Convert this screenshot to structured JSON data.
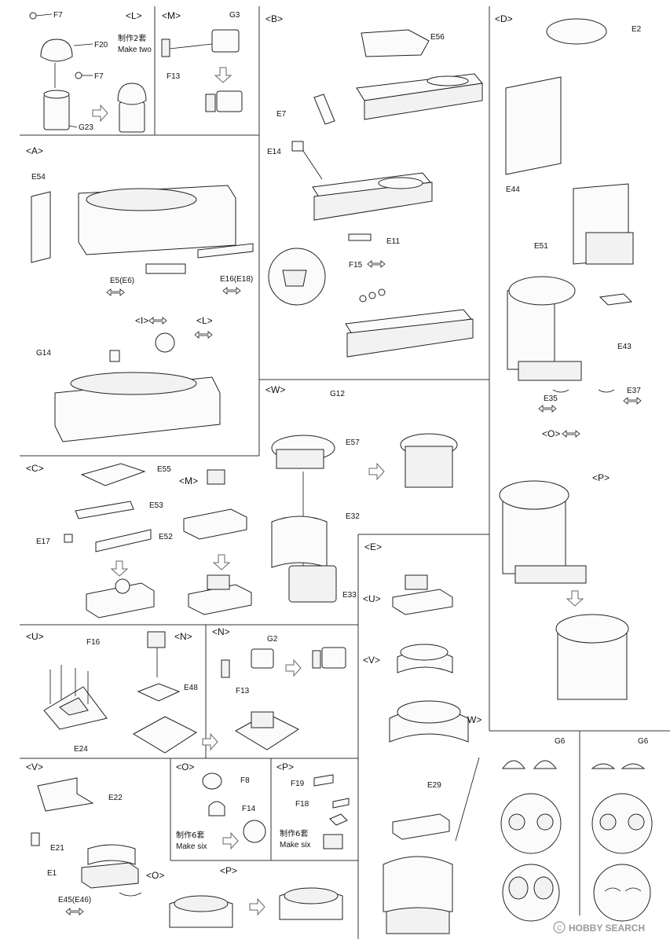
{
  "sections": {
    "L": {
      "tag": "<L>",
      "note_cn": "制作2套",
      "note_en": "Make two",
      "parts": [
        "F7",
        "F20",
        "F7",
        "G23"
      ]
    },
    "M": {
      "tag": "<M>",
      "parts": [
        "G3",
        "F13"
      ]
    },
    "B": {
      "tag": "<B>",
      "parts": [
        "E56",
        "E7",
        "E14",
        "E11",
        "F15"
      ]
    },
    "D": {
      "tag": "<D>",
      "parts": [
        "E2",
        "E44",
        "E51",
        "E43",
        "E35",
        "E37"
      ],
      "sub_o": "<O>",
      "sub_p": "<P>"
    },
    "A": {
      "tag": "<A>",
      "parts": [
        "E54",
        "E5(E6)",
        "E16(E18)",
        "G14"
      ],
      "sub_i": "<I>",
      "sub_l": "<L>"
    },
    "W": {
      "tag": "<W>",
      "parts": [
        "G12",
        "E57",
        "E32",
        "E33"
      ]
    },
    "C": {
      "tag": "<C>",
      "parts": [
        "E55",
        "E53",
        "E17",
        "E52"
      ],
      "sub_m": "<M>"
    },
    "E": {
      "tag": "<E>",
      "parts": [
        "E29"
      ],
      "sub_u": "<U>",
      "sub_v": "<V>",
      "sub_w": "<W>"
    },
    "U": {
      "tag": "<U>",
      "parts": [
        "F16",
        "E48",
        "E24"
      ],
      "sub_n": "<N>"
    },
    "N": {
      "tag": "<N>",
      "parts": [
        "G2",
        "F13"
      ]
    },
    "V": {
      "tag": "<V>",
      "parts": [
        "E22",
        "E21",
        "E1",
        "E45(E46)"
      ],
      "sub_o": "<O>",
      "sub_p": "<P>"
    },
    "O": {
      "tag": "<O>",
      "note_cn": "制作6套",
      "note_en": "Make six",
      "parts": [
        "F8",
        "F14"
      ]
    },
    "P": {
      "tag": "<P>",
      "note_cn": "制作6套",
      "note_en": "Make six",
      "parts": [
        "F19",
        "F18"
      ]
    },
    "G6a": {
      "parts": [
        "G6"
      ]
    },
    "G6b": {
      "parts": [
        "G6"
      ]
    }
  },
  "watermark": "HOBBY SEARCH",
  "icons": [
    "swap-arrow-icon",
    "process-arrow-icon",
    "copyright-icon"
  ]
}
